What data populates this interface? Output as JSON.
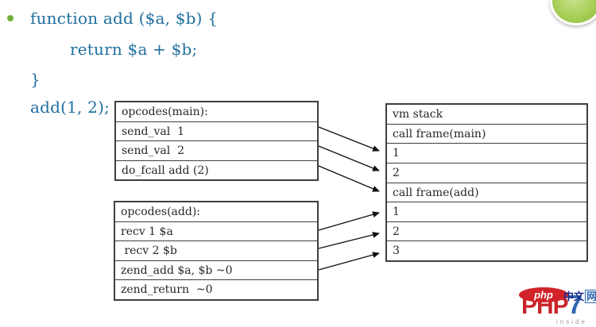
{
  "code": {
    "line1": "function add ($a, $b) {",
    "line2": "return $a + $b;",
    "line3": "}",
    "call": "add(1, 2);"
  },
  "opcodes_main": {
    "rows": [
      "opcodes(main):",
      "send_val  1",
      "send_val  2",
      "do_fcall add (2)"
    ]
  },
  "opcodes_add": {
    "rows": [
      "opcodes(add):",
      "recv 1 $a",
      " recv 2 $b",
      "zend_add $a, $b ~0",
      "zend_return  ~0"
    ]
  },
  "vm_stack": {
    "rows": [
      "vm stack",
      "call frame(main)",
      "1",
      "2",
      "call frame(add)",
      "1",
      "2",
      "3"
    ]
  },
  "connections": [
    {
      "from": "send_val  1",
      "to": "vm stack row 1 (after call frame(main))"
    },
    {
      "from": "send_val  2",
      "to": "vm stack row 2 (after call frame(main))"
    },
    {
      "from": "do_fcall add (2)",
      "to": "call frame(add)"
    },
    {
      "from": "recv 1 $a",
      "to": "vm stack row 1 (after call frame(add))"
    },
    {
      "from": " recv 2 $b",
      "to": "vm stack row 2 (after call frame(add))"
    },
    {
      "from": "zend_add $a, $b ~0",
      "to": "vm stack row 3 (after call frame(add))"
    }
  ],
  "logo": {
    "badge": "php",
    "site_prefix": "中文",
    "site_boxed": "网",
    "brand": "PHP",
    "brand_version": "7",
    "inside": "inside"
  },
  "colors": {
    "code_text": "#1f6f9f",
    "bullet_green": "#6fae3d",
    "table_text": "#26262e",
    "table_border": "#3f3f3f",
    "arrow": "#111111",
    "orb_green": "#a9cf58",
    "logo_red": "#d2232a",
    "logo_blue": "#2b66b1",
    "logo_navy": "#1b2a8a"
  }
}
